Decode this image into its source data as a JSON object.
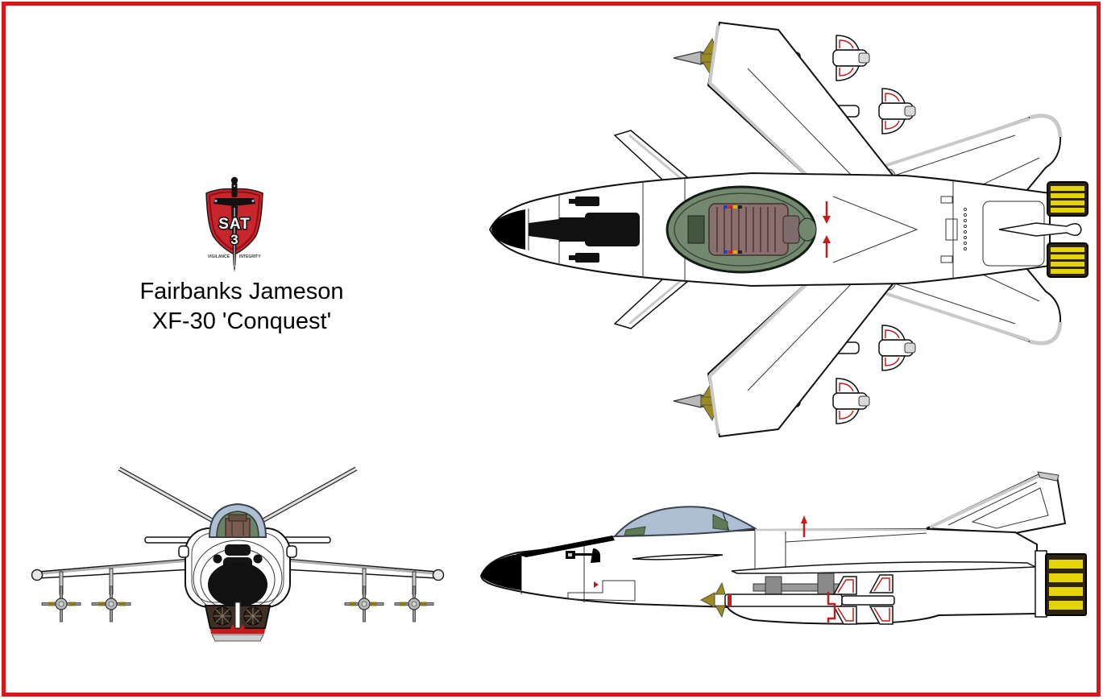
{
  "page": {
    "background": "#ffffff",
    "border_color": "#dc1616",
    "figure_type": "three-view aircraft blueprint drawing"
  },
  "emblem": {
    "unit": "SAT",
    "number": "3",
    "motto_left": "VIGILANCE",
    "motto_right": "INTEGRITY",
    "shield_color": "#c8252c",
    "sword_color": "#111111"
  },
  "title": {
    "line1": "Fairbanks Jameson",
    "line2": "XF-30 'Conquest'"
  },
  "views": {
    "top": "top plan view with forward-swept wings, four missiles, twin exhausts",
    "front": "head-on view with dome canopy, cruciform missiles under wings",
    "side": "left profile view with belly missile, swept tail fin, striped exhaust"
  },
  "colors": {
    "outline": "#111111",
    "panel_line": "#333333",
    "airframe_white": "#ffffff",
    "leading_edge_gray": "#c9c9c9",
    "canopy_blue": "#aebfd3",
    "cockpit_green": "#74876f",
    "seat_brown": "#8b6f6f",
    "exhaust_yellow": "#e6d40a",
    "exhaust_frame": "#2e2410",
    "missile_olive": "#9a8a20",
    "marking_red": "#c81a1a",
    "intake_brown": "#3f2f24",
    "radome_black": "#000000"
  }
}
